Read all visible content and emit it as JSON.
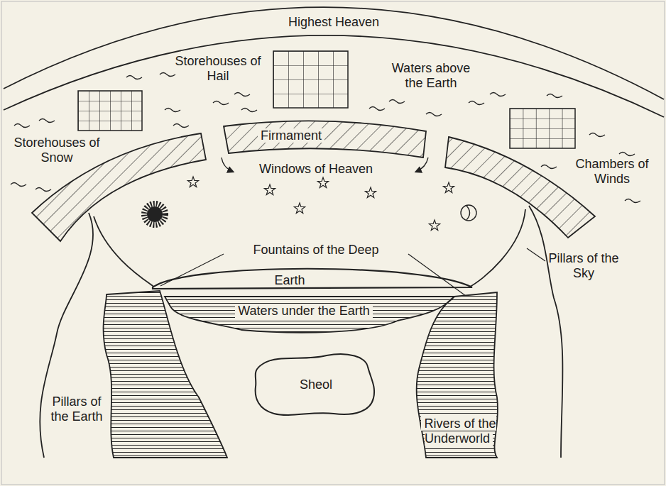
{
  "diagram": {
    "nodes": [
      {
        "text": [
          "Firmament"
        ]
      },
      {
        "text": [
          "Earth"
        ]
      },
      {
        "text": [
          "Waters under the Earth"
        ]
      },
      {
        "text": [
          "Sheol"
        ]
      }
    ],
    "labels": [
      "Highest Heaven",
      "Storehouses of Hail",
      "Waters above the Earth",
      "Storehouses of Snow",
      "Windows of Heaven",
      "Chambers of Winds",
      "Fountains of the Deep",
      "Pillars of the Sky",
      "Pillars of the Earth",
      "Rivers of the Underworld"
    ]
  }
}
